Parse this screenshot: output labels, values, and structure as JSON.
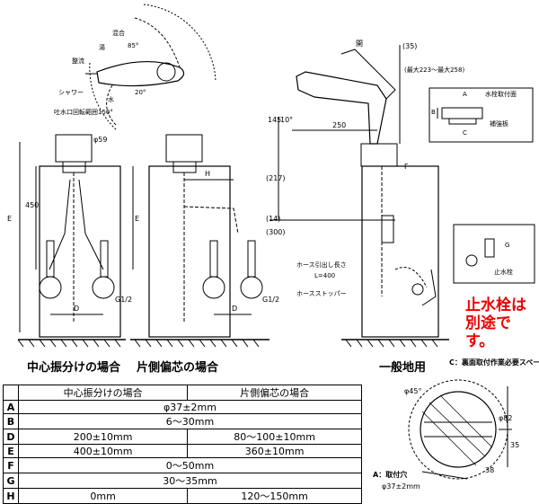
{
  "top_view": {
    "labels": [
      "混合",
      "湯",
      "85°",
      "水",
      "シャワー",
      "整流",
      "20°",
      "吐水口回転範囲150°"
    ]
  },
  "center_view": {
    "dims": [
      "φ59",
      "450",
      "E",
      "D",
      "G1/2"
    ],
    "caption": "中心振分けの場合"
  },
  "offset_view": {
    "dims": [
      "H",
      "E",
      "D",
      "G1/2"
    ],
    "caption": "片側偏芯の場合"
  },
  "general_view": {
    "labels": [
      "開",
      "(35)",
      "10°",
      "145",
      "250",
      "(217)",
      "(300)",
      "(14)",
      "(最大223～最大258)",
      "F",
      "ホース引出し長さ",
      "L=400",
      "ホースストッパー",
      "A",
      "水栓取付面",
      "B",
      "C",
      "補強板",
      "G",
      "止水栓"
    ],
    "caption": "一般地用"
  },
  "notice": [
    "止水栓は",
    "別途です。"
  ],
  "spec_table": {
    "headers": [
      "",
      "中心振分けの場合",
      "片側偏芯の場合"
    ],
    "rows": [
      {
        "key": "A",
        "center": "φ37±2mm",
        "offset": "",
        "merged": true
      },
      {
        "key": "B",
        "center": "6～30mm",
        "offset": "",
        "merged": true
      },
      {
        "key": "D",
        "center": "200±10mm",
        "offset": "80～100±10mm",
        "merged": false
      },
      {
        "key": "E",
        "center": "400±10mm",
        "offset": "360±10mm",
        "merged": false
      },
      {
        "key": "F",
        "center": "0～50mm",
        "offset": "",
        "merged": true
      },
      {
        "key": "G",
        "center": "30～35mm",
        "offset": "",
        "merged": true
      },
      {
        "key": "H",
        "center": "0mm",
        "offset": "120～150mm",
        "merged": false
      }
    ]
  },
  "hole_view": {
    "title": "C：裏面取付作業必要スペース寸法",
    "labels": [
      "φ45°",
      "φ82",
      "35",
      "38"
    ],
    "hole_label": "A：取付穴",
    "hole_size": "φ37±2mm"
  }
}
